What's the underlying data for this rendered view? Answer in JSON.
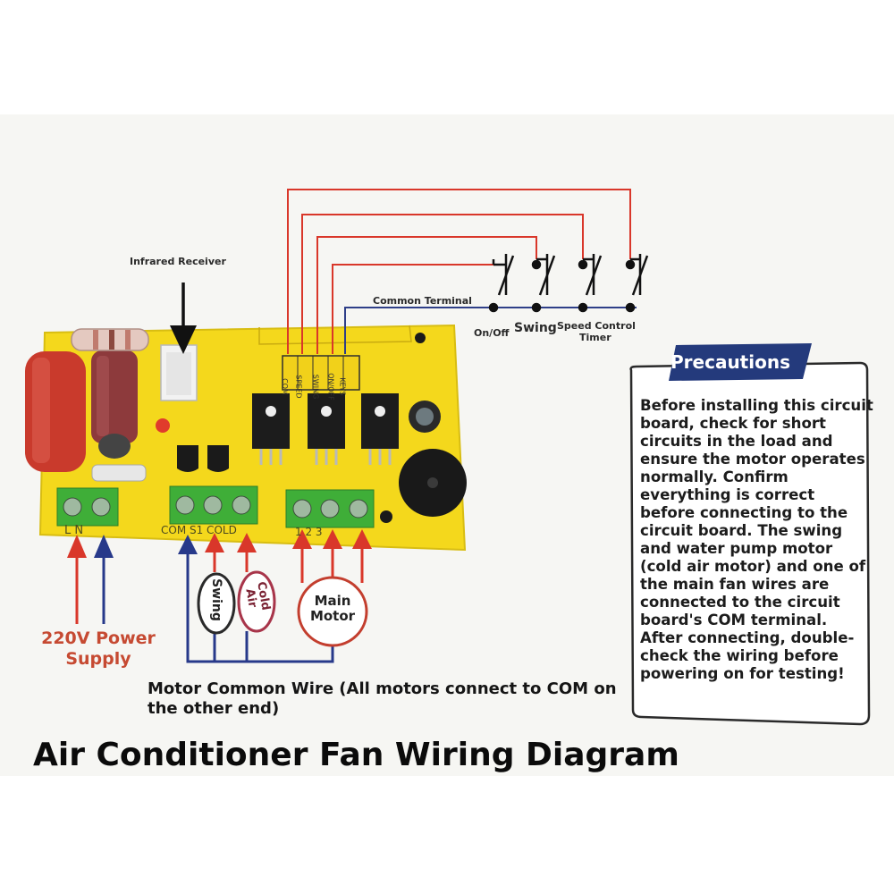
{
  "diagram": {
    "title": "Air Conditioner Fan Wiring Diagram",
    "labels": {
      "infrared_receiver": "Infrared Receiver",
      "common_terminal": "Common Terminal",
      "on_off": "On/Off",
      "swing_switch": "Swing",
      "speed_control": "Speed Control",
      "timer": "Timer",
      "power_supply": "220V Power Supply",
      "motor_common_wire": "Motor Common Wire (All motors connect to COM on the other end)"
    },
    "motors": {
      "swing": "Swing",
      "cold_air": "Cold Air",
      "main_motor": "Main Motor"
    },
    "board_silkscreen": {
      "power_terminal": "L     N",
      "motor_terminal": "COM  S1  COLD",
      "speed_terminal": "1   2   3",
      "connector_rows": [
        "COM",
        "SPEED",
        "SWING",
        "ON/OFF",
        "KEYS"
      ]
    },
    "precautions": {
      "heading": "Precautions",
      "body": "Before installing this circuit board, check for short circuits in the load and ensure the motor operates normally. Confirm everything is correct before connecting to the circuit board. The swing and water pump motor (cold air motor) and one of the main fan wires are connected to the circuit board's COM terminal. After connecting, double-check the wiring before powering on for testing!"
    },
    "colors": {
      "red_wire": "#d9372a",
      "blue_wire": "#27398a",
      "board": "#f4d81c",
      "terminal": "#3fae38",
      "header_banner": "#243a7c"
    }
  }
}
